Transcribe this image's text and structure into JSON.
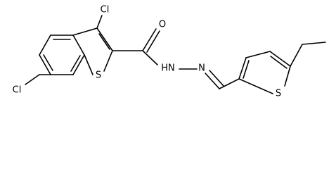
{
  "molecule": {
    "atoms": {
      "cl3": "Cl",
      "cl6": "Cl",
      "s_benzothiophene": "S",
      "o_carbonyl": "O",
      "nh": "HN",
      "n_imine": "N",
      "s_thiophene": "S"
    }
  }
}
